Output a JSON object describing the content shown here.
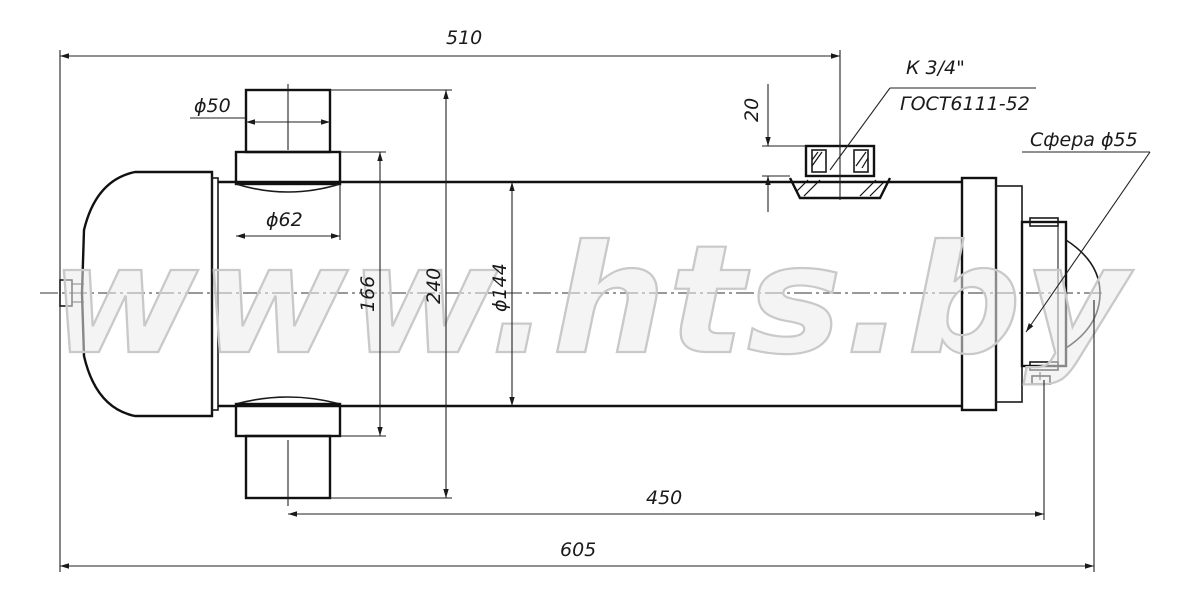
{
  "watermark": "www.hts.by",
  "dimensions": {
    "overall_top": "510",
    "port_diameter": "ϕ50",
    "body_neck_diameter": "ϕ62",
    "lug_height": "166",
    "port_height": "240",
    "cylinder_diameter": "ϕ144",
    "fitting_height": "20",
    "fitting_thread": "К 3/4\"",
    "fitting_standard": "ГОСТ6111-52",
    "sphere": "Сфера ϕ55",
    "stroke_length": "450",
    "overall_bottom": "605"
  },
  "colors": {
    "line": "#1a1a1a",
    "watermark_stroke": "#c9c9c9"
  }
}
